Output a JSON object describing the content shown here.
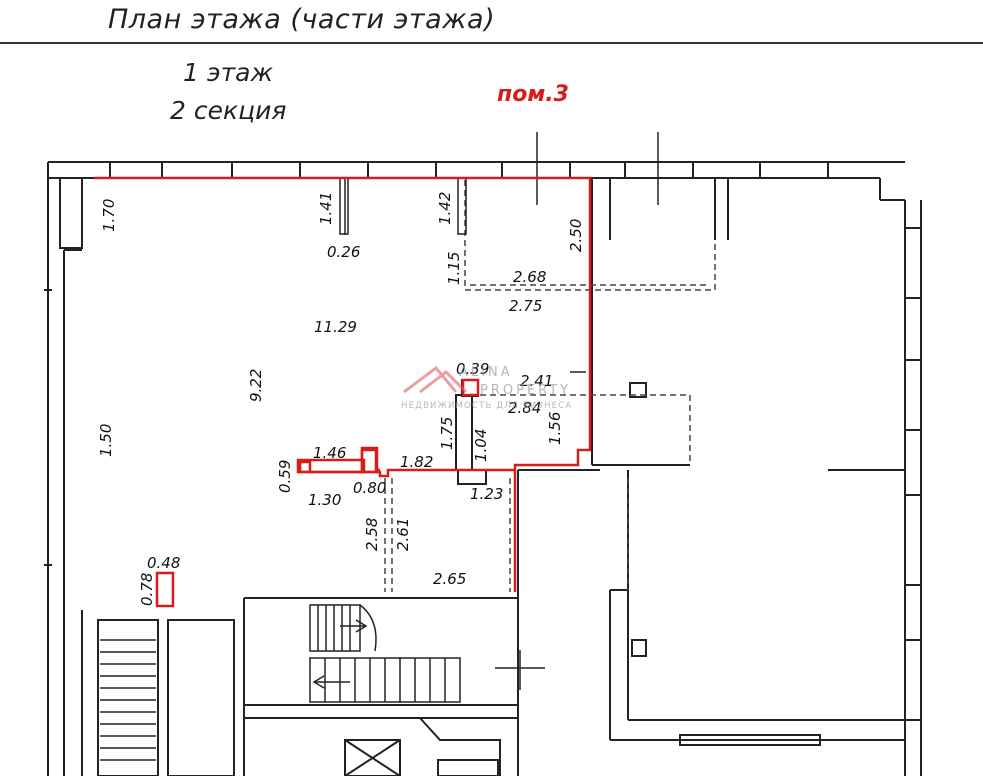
{
  "header": {
    "title": "План этажа (части этажа)",
    "floor": "1 этаж",
    "section": "2 секция",
    "room_label": "пом.3"
  },
  "watermark": {
    "line1": "ALINA",
    "line2": "PROPERTY",
    "tagline": "НЕДВИЖИМОСТЬ ДЛЯ БИЗНЕСА"
  },
  "dimensions": {
    "d170": "1.70",
    "d141": "1.41",
    "d026": "0.26",
    "d142": "1.42",
    "d115": "1.15",
    "d268": "2.68",
    "d275": "2.75",
    "d250": "2.50",
    "d1129": "11.29",
    "d922": "9.22",
    "d039": "0.39",
    "d241": "2.41",
    "d284": "2.84",
    "d175": "1.75",
    "d104": "1.04",
    "d156": "1.56",
    "d150": "1.50",
    "d146": "1.46",
    "d182": "1.82",
    "d059": "0.59",
    "d130": "1.30",
    "d080": "0.80",
    "d123": "1.23",
    "d258": "2.58",
    "d261": "2.61",
    "d048": "0.48",
    "d078": "0.78",
    "d265": "2.65"
  },
  "colors": {
    "outline": "#d81b1b",
    "wall": "#222222",
    "dashed": "#444444"
  }
}
